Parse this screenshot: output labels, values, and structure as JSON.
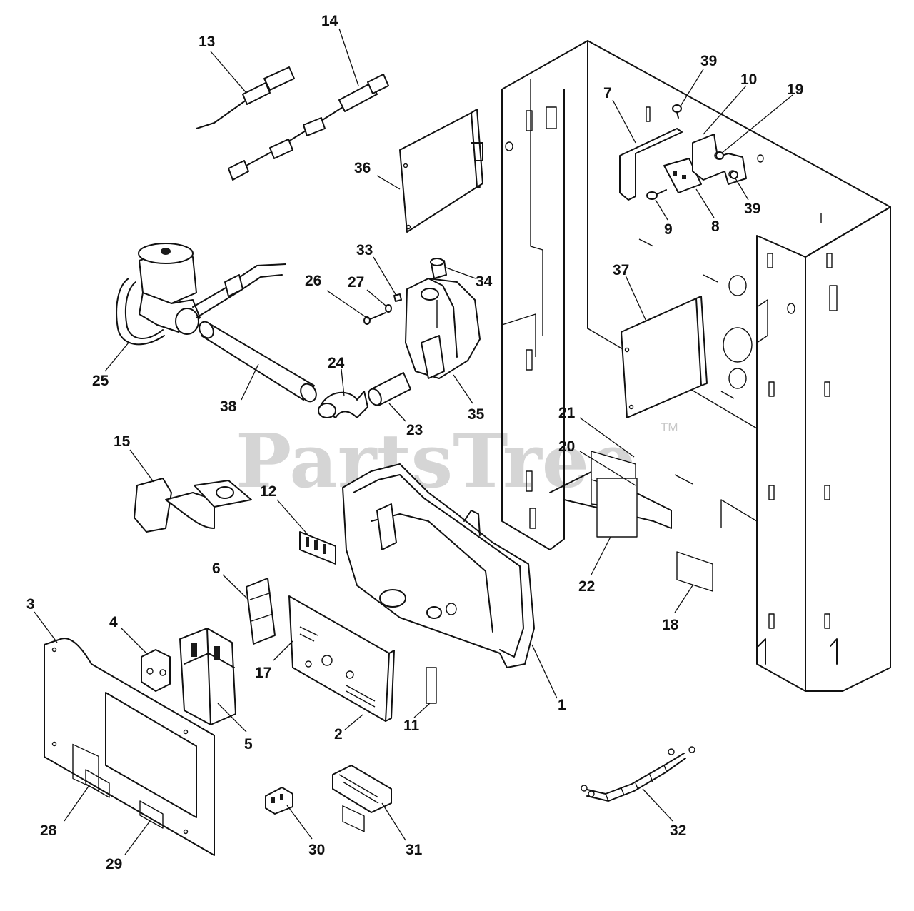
{
  "watermark": {
    "text": "PartsTree",
    "mark": "TM"
  },
  "callouts": {
    "c1": "1",
    "c2": "2",
    "c3": "3",
    "c4": "4",
    "c5": "5",
    "c6": "6",
    "c7": "7",
    "c8": "8",
    "c9": "9",
    "c10": "10",
    "c11": "11",
    "c12": "12",
    "c13": "13",
    "c14": "14",
    "c15": "15",
    "c17": "17",
    "c18": "18",
    "c19": "19",
    "c20": "20",
    "c21": "21",
    "c22": "22",
    "c23": "23",
    "c24": "24",
    "c25": "25",
    "c26": "26",
    "c27": "27",
    "c28": "28",
    "c29": "29",
    "c30": "30",
    "c31": "31",
    "c32": "32",
    "c33": "33",
    "c34": "34",
    "c35": "35",
    "c36": "36",
    "c37": "37",
    "c38": "38",
    "c39a": "39",
    "c39b": "39"
  }
}
